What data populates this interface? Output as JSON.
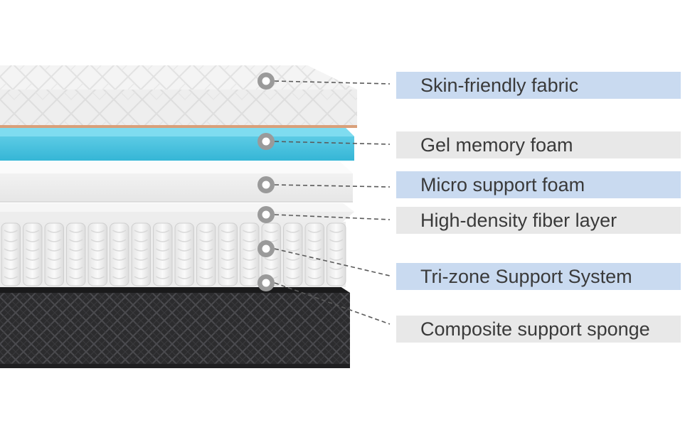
{
  "layers": [
    {
      "label": "Skin-friendly fabric",
      "style": "blue"
    },
    {
      "label": "Gel memory foam",
      "style": "grey"
    },
    {
      "label": "Micro support foam",
      "style": "blue"
    },
    {
      "label": "High-density fiber layer",
      "style": "grey"
    },
    {
      "label": "Tri-zone Support System",
      "style": "blue"
    },
    {
      "label": "Composite support sponge",
      "style": "grey"
    }
  ],
  "colors": {
    "label_blue": "#c9daf0",
    "label_grey": "#e8e8e8",
    "gel_foam": "#4cc3e0",
    "base_sponge": "#2c2c2e",
    "marker": "#9a9a9a",
    "text": "#3a3a3a"
  }
}
